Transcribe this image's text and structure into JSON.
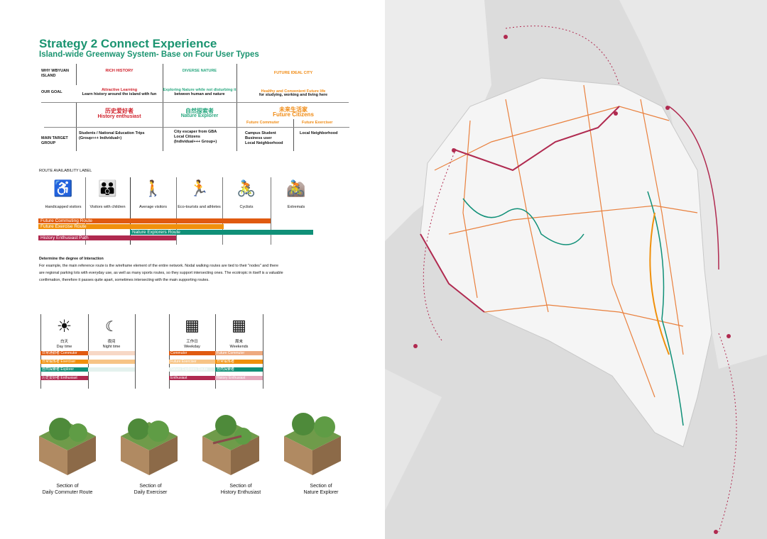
{
  "title": "Strategy 2 Connect Experience",
  "subtitle": "Island-wide Greenway System- Base on Four User Types",
  "table": {
    "row_why": "WHY WBYUAN ISLAND",
    "row_goal": "OUR GOAL",
    "row_target": "MAIN TARGET GROUP",
    "cols": [
      {
        "why": "RICH HISTORY",
        "goal_a": "Attractive Learning",
        "goal_b": "Learn history around the island with fun",
        "cn": "历史爱好者",
        "en": "History enthusiast",
        "target": "Students / National Education Trips\n(Group+++ Individual+)",
        "color": "#d0202a"
      },
      {
        "why": "DIVERSE NATURE",
        "goal_a": "Exploring Nature while not disturbing it",
        "goal_b": "between human and nature",
        "cn": "自然探索者",
        "en": "Nature Explorer",
        "target": "City escaper from GBA\nLocal Citizens\n(Individual+++ Group+)",
        "color": "#2aa880"
      },
      {
        "why": "FUTURE IDEAL CITY",
        "goal_a": "Healthy and Convenient Future life",
        "goal_b": "for studying, working and living here",
        "cn": "未来生活家",
        "en": "Future Citizens",
        "sub1": "Future Commuter",
        "sub2": "Future Exerciser",
        "target": "Campus Student\nBusiness user\nLocal Neighborhood",
        "target2": "Local Neighborhood",
        "color": "#f08a12"
      }
    ]
  },
  "route_label_title": "ROUTE AVAILABILITY LABEL",
  "user_types": [
    {
      "label": "Handicapped visitors",
      "icon": "wheelchair-elder-icon",
      "glyph": "♿"
    },
    {
      "label": "Visitors with children",
      "icon": "family-icon",
      "glyph": "👪"
    },
    {
      "label": "Average visitors",
      "icon": "dog-walker-icon",
      "glyph": "🚶"
    },
    {
      "label": "Eco-tourists and athletes",
      "icon": "hiker-runner-icon",
      "glyph": "🏃"
    },
    {
      "label": "Cyclists",
      "icon": "cyclist-icon",
      "glyph": "🚴"
    },
    {
      "label": "Extremals",
      "icon": "bmx-icon",
      "glyph": "🚵"
    }
  ],
  "routes": [
    {
      "label": "Future Commuting Route",
      "color": "#e05a10"
    },
    {
      "label": "Future Exercise Route",
      "color": "#f0900c"
    },
    {
      "label": "Nature Explorers Route",
      "color": "#109078"
    },
    {
      "label": "History Enthusiast Path",
      "color": "#b02a50"
    }
  ],
  "interaction": {
    "heading": "Determine the degree of Interaction",
    "body": "For example, the main reference route is the wireframe element of the entire network. Nodal walking routes are tied to their \"nodes\" and there are regional parking lots with everyday use, as well as many sports routes, so they support intersecting ones. The ecotropic in itself is a valuable confirmation, therefore it passes quite apart, sometimes intersecting with the main supporting routes."
  },
  "time": {
    "day_cn": "白天",
    "day_en": "Day time",
    "night_cn": "夜间",
    "night_en": "Night time",
    "weekday_cn": "工作日",
    "weekday_en": "Weekday",
    "weekend_cn": "周末",
    "weekend_en": "Weekends",
    "day_tags": [
      "日常通勤者 Commutor",
      "日常锻炼者 Exerciser",
      "自然探索者 Explorer",
      "历史爱好者 Enthusiast"
    ],
    "weekday_tags": [
      "Commutor",
      "Future Exerciser",
      "Nature Explorers Route",
      "Enthusiast"
    ],
    "weekend_tags": [
      "Future Commuter",
      "日常锻炼者",
      "自然探索者",
      "History Enthusiast"
    ]
  },
  "sections": [
    {
      "line1": "Section of",
      "line2": "Daily Commuter Route"
    },
    {
      "line1": "Section of",
      "line2": "Daily Exerciser"
    },
    {
      "line1": "Section of",
      "line2": "History Enthusiast"
    },
    {
      "line1": "Section of",
      "line2": "Nature Explorer"
    }
  ]
}
